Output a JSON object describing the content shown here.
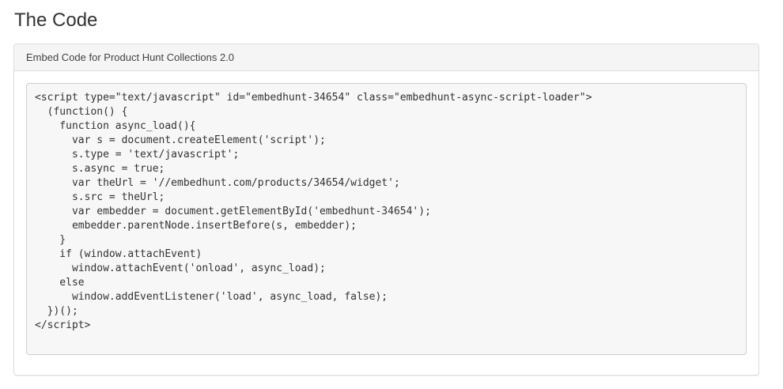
{
  "page": {
    "title": "The Code"
  },
  "panel": {
    "heading": "Embed Code for Product Hunt Collections 2.0",
    "code_lines": [
      "<script type=\"text/javascript\" id=\"embedhunt-34654\" class=\"embedhunt-async-script-loader\">",
      "  (function() {",
      "    function async_load(){",
      "      var s = document.createElement('script');",
      "      s.type = 'text/javascript';",
      "      s.async = true;",
      "      var theUrl = '//embedhunt.com/products/34654/widget';",
      "      s.src = theUrl;",
      "      var embedder = document.getElementById('embedhunt-34654');",
      "      embedder.parentNode.insertBefore(s, embedder);",
      "    }",
      "    if (window.attachEvent)",
      "      window.attachEvent('onload', async_load);",
      "    else",
      "      window.addEventListener('load', async_load, false);",
      "  })();",
      "</script>"
    ]
  },
  "colors": {
    "page_background": "#ffffff",
    "title_text": "#333333",
    "panel_border": "#dddddd",
    "panel_heading_background": "#f5f5f5",
    "panel_heading_text": "#434343",
    "code_background": "#f7f7f7",
    "code_border": "#cfcfcf",
    "code_text": "#333333"
  }
}
